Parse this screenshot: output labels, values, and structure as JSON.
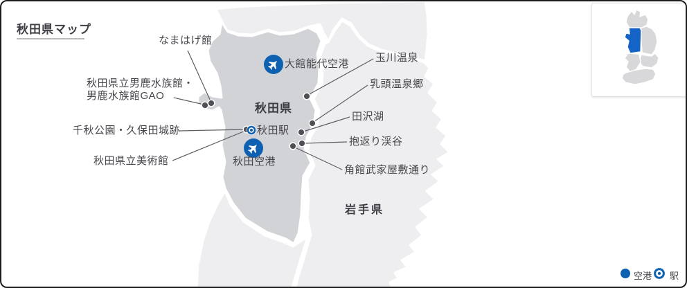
{
  "title": "秋田県マップ",
  "prefectures": {
    "akita": "秋田県",
    "iwate": "岩手県"
  },
  "pois": {
    "namahage": "なまはげ館",
    "aquarium_line1": "秋田県立男鹿水族館・",
    "aquarium_line2": "男鹿水族館GAO",
    "senshu": "千秋公園・久保田城跡",
    "museum": "秋田県立美術館",
    "tamagawa": "玉川温泉",
    "nyuto": "乳頭温泉郷",
    "tazawa": "田沢湖",
    "dakigaeri": "抱返り渓谷",
    "kakunodate": "角館武家屋敷通り"
  },
  "airports": {
    "odate": "大館能代空港",
    "akita": "秋田空港"
  },
  "stations": {
    "akita": "秋田駅"
  },
  "legend": {
    "airport": "空港",
    "station": "駅"
  },
  "colors": {
    "accent_blue": "#0e61b0",
    "inset_highlight_blue": "#1463c6",
    "akita_fill": "#d2d3d6",
    "neighbor_fill": "#eeeef0",
    "dot": "#4f4f55",
    "text": "#46464c"
  }
}
